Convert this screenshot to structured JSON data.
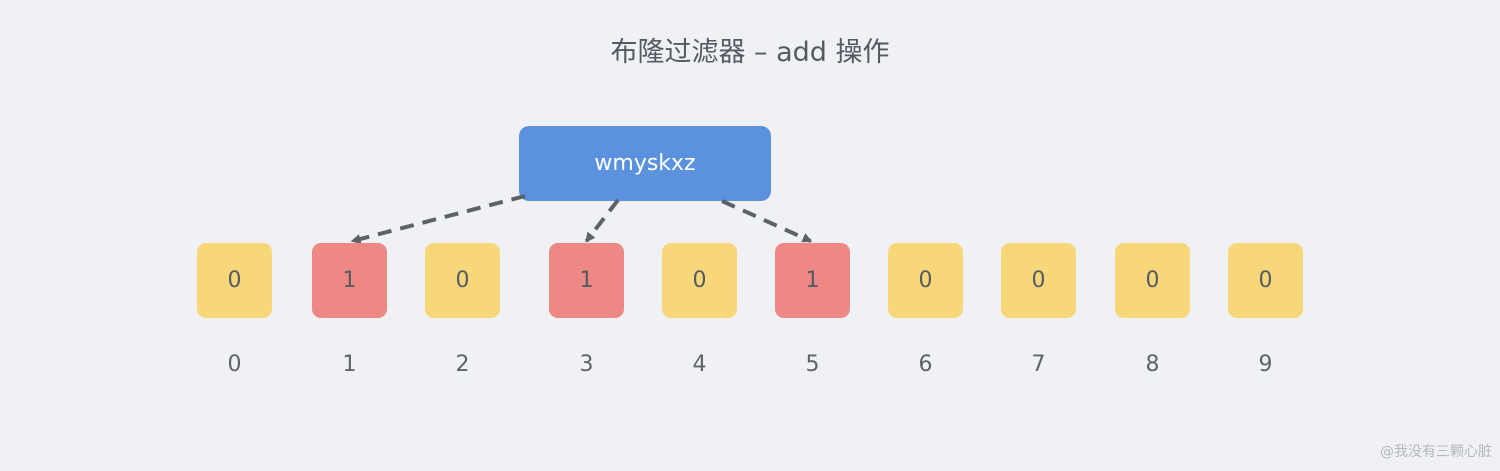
{
  "title": "布隆过滤器 – add 操作",
  "key": "wmyskxz",
  "bits": [
    {
      "value": "0",
      "index": "0",
      "set": false
    },
    {
      "value": "1",
      "index": "1",
      "set": true
    },
    {
      "value": "0",
      "index": "2",
      "set": false
    },
    {
      "value": "1",
      "index": "3",
      "set": true
    },
    {
      "value": "0",
      "index": "4",
      "set": false
    },
    {
      "value": "1",
      "index": "5",
      "set": true
    },
    {
      "value": "0",
      "index": "6",
      "set": false
    },
    {
      "value": "0",
      "index": "7",
      "set": false
    },
    {
      "value": "0",
      "index": "8",
      "set": false
    },
    {
      "value": "0",
      "index": "9",
      "set": false
    }
  ],
  "hash_targets": [
    1,
    3,
    5
  ],
  "watermark": "@我没有三颗心脏",
  "colors": {
    "background": "#f0f1f5",
    "key_box": "#5b91dd",
    "bit_set": "#ee8884",
    "bit_unset": "#f7d779",
    "arrow": "#5d6168"
  }
}
